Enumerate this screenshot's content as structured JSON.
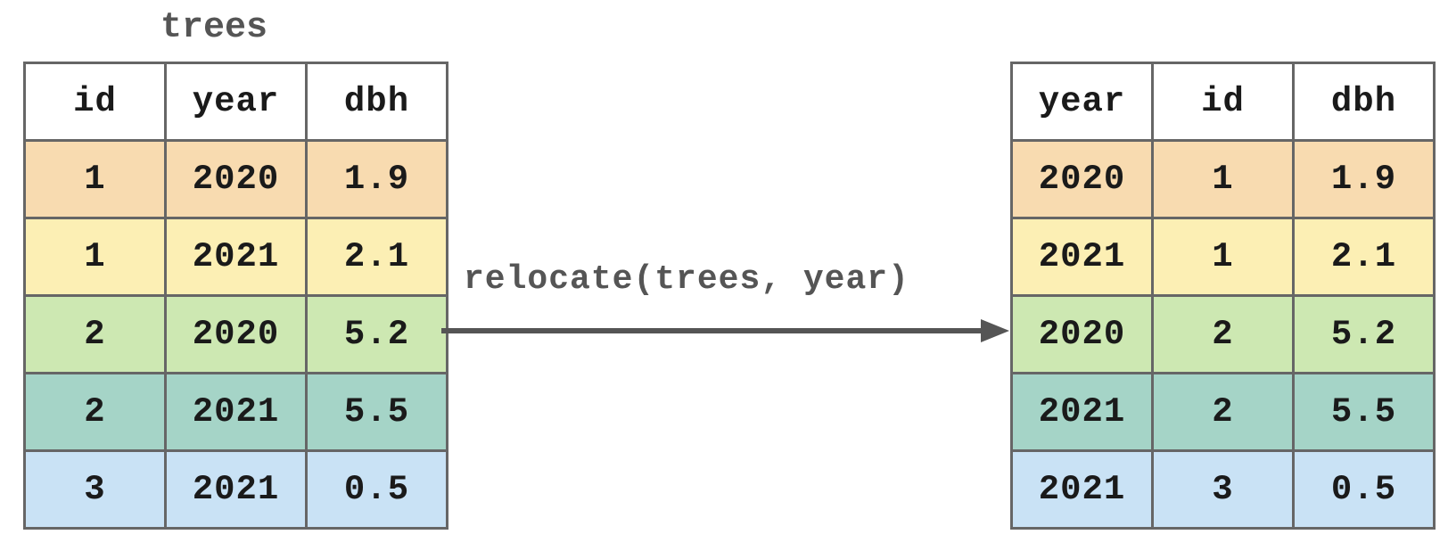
{
  "left_table": {
    "title": "trees",
    "headers": [
      "id",
      "year",
      "dbh"
    ],
    "rows": [
      [
        "1",
        "2020",
        "1.9"
      ],
      [
        "1",
        "2021",
        "2.1"
      ],
      [
        "2",
        "2020",
        "5.2"
      ],
      [
        "2",
        "2021",
        "5.5"
      ],
      [
        "3",
        "2021",
        "0.5"
      ]
    ]
  },
  "operation": {
    "label": "relocate(trees, year)"
  },
  "right_table": {
    "headers": [
      "year",
      "id",
      "dbh"
    ],
    "rows": [
      [
        "2020",
        "1",
        "1.9"
      ],
      [
        "2021",
        "1",
        "2.1"
      ],
      [
        "2020",
        "2",
        "5.2"
      ],
      [
        "2021",
        "2",
        "5.5"
      ],
      [
        "2021",
        "3",
        "0.5"
      ]
    ]
  },
  "colors": {
    "row_colors": [
      "#f8dbb0",
      "#fcefb4",
      "#cde8b2",
      "#a5d4c7",
      "#c9e2f5"
    ],
    "border": "#666666",
    "arrow": "#555555"
  }
}
